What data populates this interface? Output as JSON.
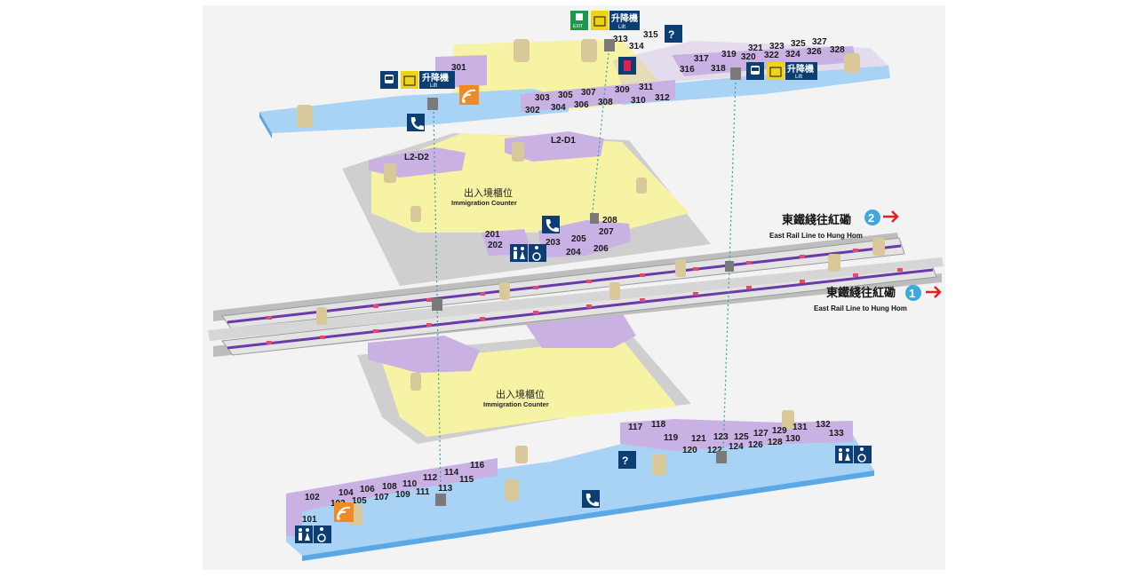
{
  "colors": {
    "concourse": "#a9d3f5",
    "paid_area": "#f6f3a5",
    "floor_grey": "#cfcfcf",
    "shop": "#c9b1e3",
    "shop_dark": "#a88ccc",
    "column": "#d9c89a",
    "icon_navy": "#0d3e73",
    "icon_orange": "#f08a24",
    "icon_yellow": "#f0d314",
    "exit_green": "#1a9a4a",
    "arrow_red": "#e02020",
    "platform_badge": "#3fa9df"
  },
  "level3": {
    "shops": [
      "301",
      "302",
      "303",
      "304",
      "305",
      "306",
      "307",
      "308",
      "309",
      "310",
      "311",
      "312",
      "313",
      "314",
      "315",
      "316",
      "317",
      "318",
      "319",
      "320",
      "321",
      "322",
      "323",
      "324",
      "325",
      "326",
      "327",
      "328"
    ],
    "lift_left": {
      "zh": "升降機",
      "en": "Lift"
    },
    "lift_right": {
      "zh": "升降機",
      "en": "Lift"
    },
    "lift_top": {
      "zh": "升降機",
      "en": "Lift"
    },
    "exit_label": "EXIT"
  },
  "level2": {
    "shops": [
      "201",
      "202",
      "203",
      "204",
      "205",
      "206",
      "207",
      "208"
    ],
    "exit_d2": "L2-D2",
    "exit_d1": "L2-D1",
    "immigration_zh": "出入境櫃位",
    "immigration_en": "Immigration Counter"
  },
  "platforms": {
    "p2_zh": "東鐵綫往紅磡",
    "p2_en": "East Rail Line to Hung Hom",
    "p2_num": "2",
    "p1_zh": "東鐵綫往紅磡",
    "p1_en": "East Rail Line to Hung Hom",
    "p1_num": "1"
  },
  "level1": {
    "shops": [
      "101",
      "102",
      "103",
      "104",
      "105",
      "106",
      "107",
      "108",
      "109",
      "110",
      "111",
      "112",
      "113",
      "114",
      "115",
      "116",
      "117",
      "118",
      "119",
      "120",
      "121",
      "122",
      "123",
      "124",
      "125",
      "126",
      "127",
      "128",
      "129",
      "130",
      "131",
      "132",
      "133"
    ],
    "immigration_zh": "出入境櫃位",
    "immigration_en": "Immigration Counter"
  }
}
